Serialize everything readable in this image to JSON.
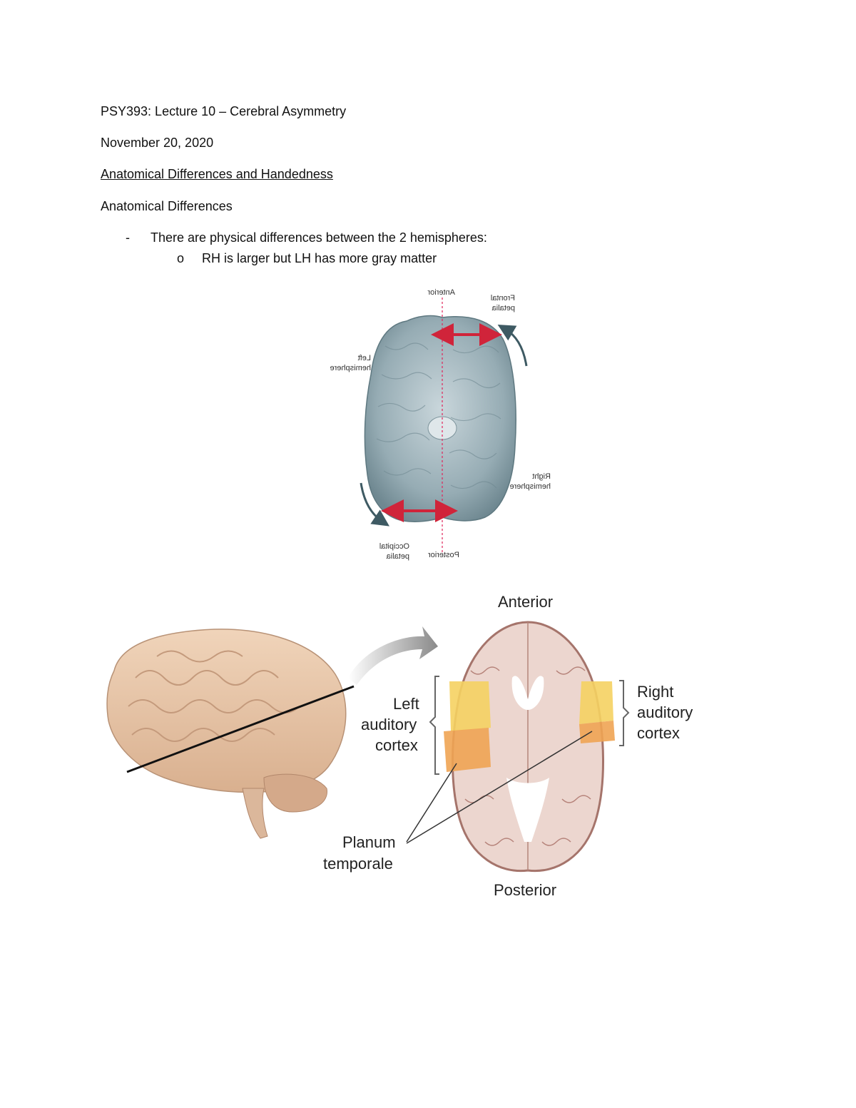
{
  "document": {
    "title": "PSY393: Lecture 10 – Cerebral Asymmetry",
    "date": "November 20, 2020",
    "section_heading": "Anatomical Differences and Handedness",
    "subheading": "Anatomical Differences",
    "bullets": [
      {
        "marker": "-",
        "text": "There are physical differences between the 2 hemispheres:",
        "subbullets": [
          {
            "marker": "o",
            "text": "RH is larger but LH has more gray matter"
          }
        ]
      }
    ]
  },
  "figure1": {
    "labels_mirrored": {
      "anterior": "Anterior",
      "posterior": "Posterior",
      "frontal_petalia_1": "Frontal",
      "frontal_petalia_2": "petalia",
      "occipital_petalia_1": "Occipital",
      "occipital_petalia_2": "petalia",
      "left_hemisphere_1": "Left",
      "left_hemisphere_2": "hemisphere",
      "right_hemisphere_1": "Right",
      "right_hemisphere_2": "hemisphere"
    },
    "colors": {
      "brain": "#8fa6ae",
      "arrow": "#d0243a",
      "midline": "#e0245a",
      "curve_arrow": "#3e5a63"
    }
  },
  "figure2": {
    "labels": {
      "anterior": "Anterior",
      "posterior": "Posterior",
      "left_auditory_1": "Left",
      "left_auditory_2": "auditory",
      "left_auditory_3": "cortex",
      "right_auditory_1": "Right",
      "right_auditory_2": "auditory",
      "right_auditory_3": "cortex",
      "planum_1": "Planum",
      "planum_2": "temporale"
    },
    "colors": {
      "brain_side": "#e8c6a8",
      "section": "#e9d2cc",
      "auditory": "#f5d262",
      "planum": "#f0a453"
    }
  }
}
